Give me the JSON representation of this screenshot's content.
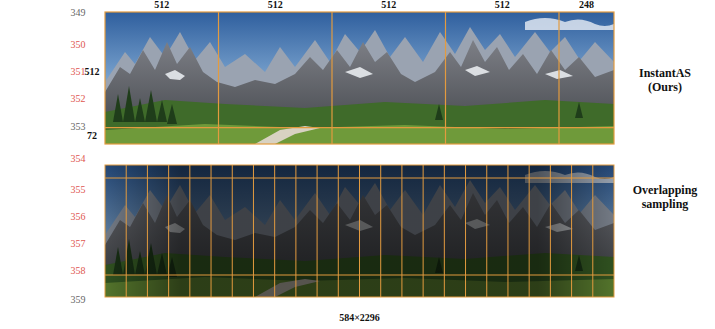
{
  "diagram": {
    "labels": [
      "349",
      "350",
      "351",
      "352",
      "353",
      "354",
      "355",
      "356",
      "357",
      "358",
      "359",
      "512",
      "512",
      "512",
      "512",
      "248",
      "512",
      "72",
      "InstantAS (Ours)",
      "Overlapping sampling",
      "584×2296"
    ]
  }
}
